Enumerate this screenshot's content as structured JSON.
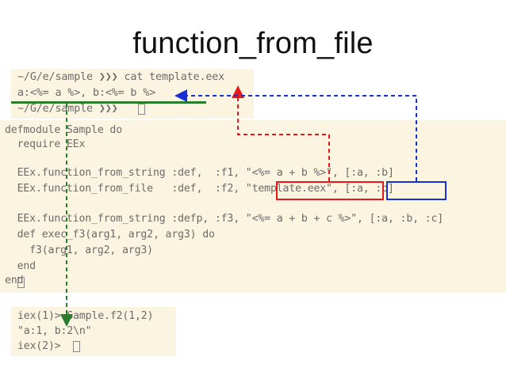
{
  "slide": {
    "title": "function_from_file"
  },
  "terminal_top": {
    "lines": [
      "~/G/e/sample ❯❯❯ cat template.eex",
      "a:<%= a %>, b:<%= b %>",
      "~/G/e/sample ❯❯❯"
    ]
  },
  "editor": {
    "lines": [
      "defmodule Sample do",
      "  require EEx",
      "",
      "  EEx.function_from_string :def,  :f1, \"<%= a + b %>\", [:a, :b]",
      "  EEx.function_from_file   :def,  :f2, \"template.eex\", [:a, :b]",
      "",
      "  EEx.function_from_string :defp, :f3, \"<%= a + b + c %>\", [:a, :b, :c]",
      "  def exec_f3(arg1, arg2, arg3) do",
      "    f3(arg1, arg2, arg3)",
      "  end",
      "end"
    ]
  },
  "terminal_bottom": {
    "lines": [
      "iex(1)> Sample.f2(1,2)",
      "\"a:1, b:2\\n\"",
      "iex(2)>"
    ]
  },
  "annotations": {
    "red": "#e8171b",
    "blue": "#1730d6",
    "green": "#2a7d2a"
  }
}
